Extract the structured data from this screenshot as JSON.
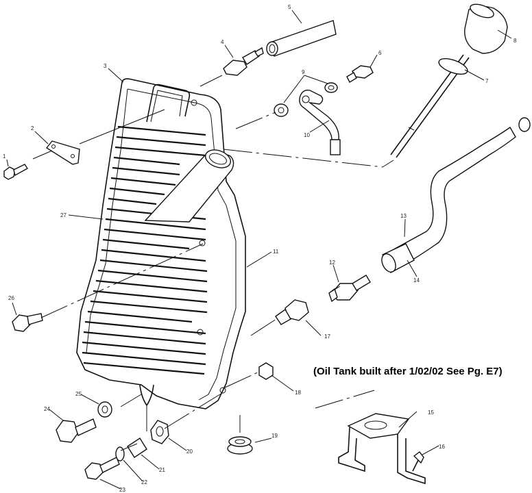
{
  "note": "(Oil Tank built after 1/02/02 See Pg. E7)",
  "callouts": {
    "c1": "1",
    "c2": "2",
    "c3": "3",
    "c4": "4",
    "c5": "5",
    "c6": "6",
    "c7": "7",
    "c8": "8",
    "c9": "9",
    "c10": "10",
    "c11": "11",
    "c12": "12",
    "c13": "13",
    "c14": "14",
    "c15": "15",
    "c16": "16",
    "c17": "17",
    "c18": "18",
    "c19": "19",
    "c20": "20",
    "c21": "21",
    "c22": "22",
    "c23": "23",
    "c24": "24",
    "c25": "25",
    "c26": "26",
    "c27": "27"
  }
}
